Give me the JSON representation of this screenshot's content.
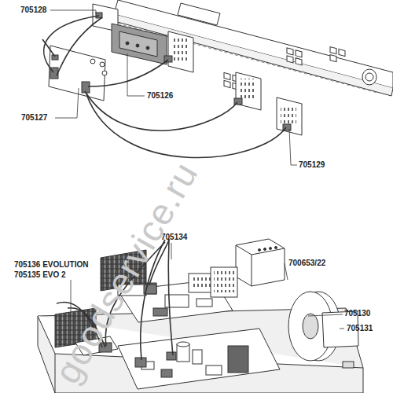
{
  "diagram": {
    "labels": [
      "705128",
      "705126",
      "705127",
      "705129",
      "705134",
      "705136 EVOLUTION",
      "705135 EVO 2",
      "700653/22",
      "705130",
      "705131",
      "goodservice.ru"
    ]
  }
}
